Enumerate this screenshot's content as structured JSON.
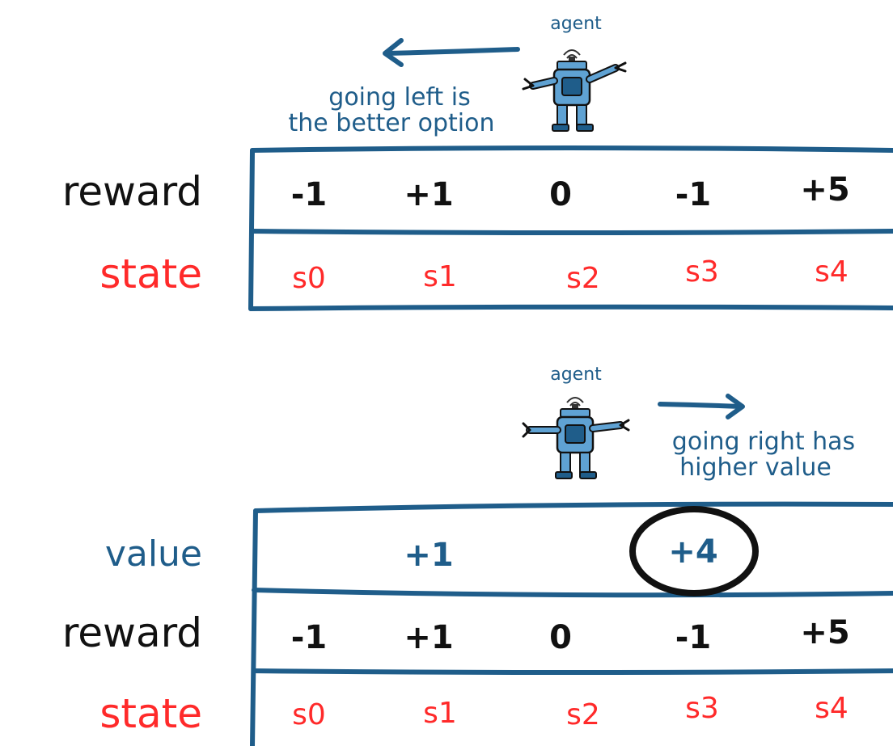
{
  "top": {
    "agent_label": "agent",
    "caption_line1": "going left is",
    "caption_line2": "the better option",
    "row_labels": {
      "reward": "reward",
      "state": "state"
    },
    "rewards": [
      "-1",
      "+1",
      "0",
      "-1",
      "+5"
    ],
    "states": [
      "s0",
      "s1",
      "s2",
      "s3",
      "s4"
    ]
  },
  "bottom": {
    "agent_label": "agent",
    "caption_line1": "going right has",
    "caption_line2": "higher value",
    "row_labels": {
      "value": "value",
      "reward": "reward",
      "state": "state"
    },
    "values": [
      "",
      "+1",
      "",
      "+4",
      ""
    ],
    "rewards": [
      "-1",
      "+1",
      "0",
      "-1",
      "+5"
    ],
    "states": [
      "s0",
      "s1",
      "s2",
      "s3",
      "s4"
    ],
    "circled_value": "+4"
  },
  "colors": {
    "ink": "#111111",
    "blue": "#1f5d8a",
    "red": "#ff2a2a",
    "robot_light": "#5fa2d3",
    "robot_dark": "#1f5d8a"
  },
  "icons": [
    "robot-agent-icon",
    "arrow-left-icon",
    "arrow-right-icon"
  ]
}
